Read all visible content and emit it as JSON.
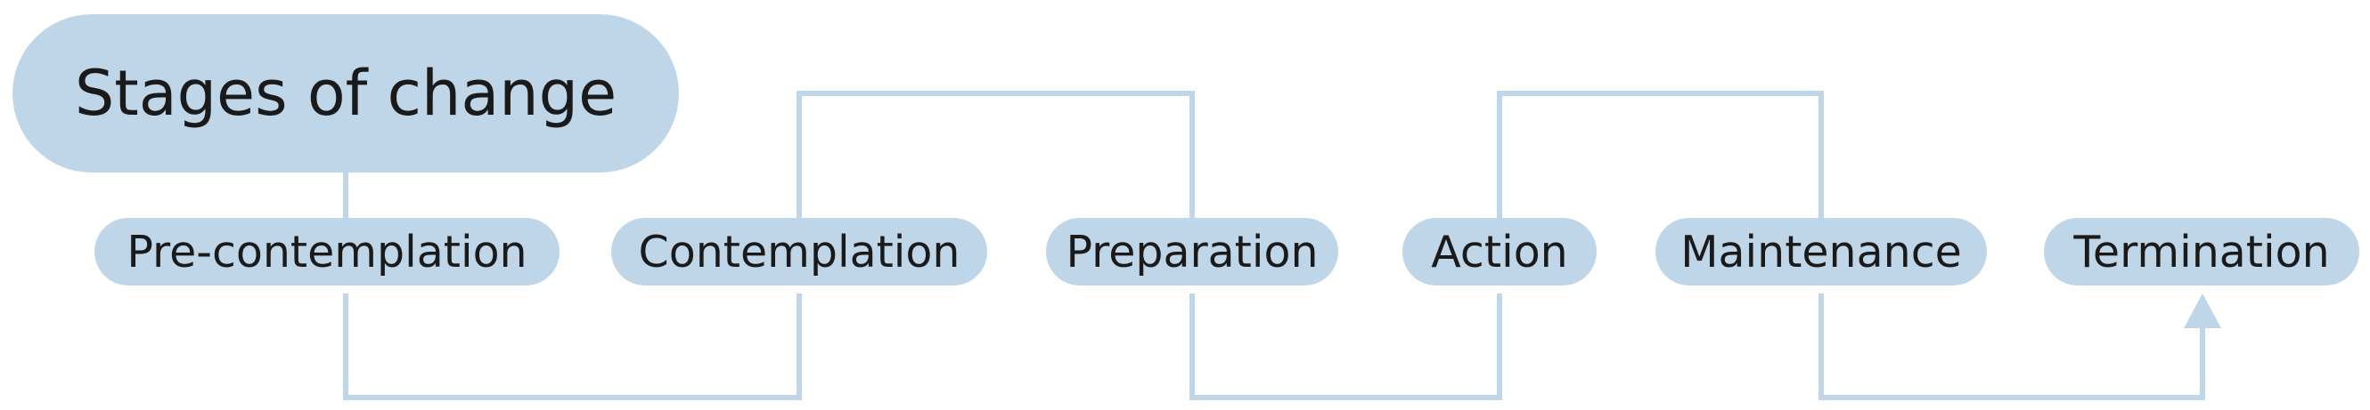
{
  "title": "Stages of change",
  "stages": [
    {
      "label": "Pre-contemplation"
    },
    {
      "label": "Contemplation"
    },
    {
      "label": "Preparation"
    },
    {
      "label": "Action"
    },
    {
      "label": "Maintenance"
    },
    {
      "label": "Termination"
    }
  ],
  "colors": {
    "node_fill": "#bfd6e8",
    "connector": "#bfd6e8",
    "text": "#1a1a1a"
  }
}
